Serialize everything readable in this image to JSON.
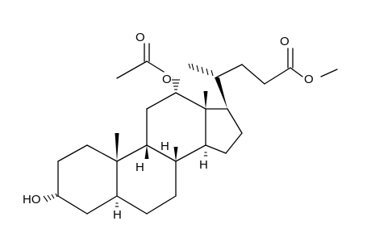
{
  "structure": {
    "atom_labels": {
      "acetate_carbonyl_o": "O",
      "acetate_ester_o": "O",
      "ester_carbonyl_o": "O",
      "ester_o": "O",
      "hydroxyl": "HO",
      "h_c5": "H",
      "h_c8": "H",
      "h_c9": "H",
      "h_c14": "H"
    }
  }
}
